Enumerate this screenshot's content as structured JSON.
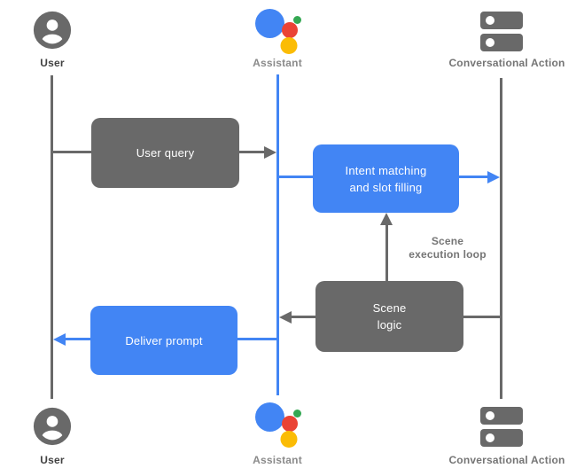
{
  "lanes": {
    "top": {
      "user": {
        "label": "User"
      },
      "assistant": {
        "label": "Assistant"
      },
      "action": {
        "label": "Conversational Action"
      }
    },
    "bottom": {
      "user": {
        "label": "User"
      },
      "assistant": {
        "label": "Assistant"
      },
      "action": {
        "label": "Conversational Action"
      }
    }
  },
  "boxes": {
    "user_query": {
      "label": "User query"
    },
    "intent": {
      "line1": "Intent matching",
      "line2": "and slot filling"
    },
    "scene_logic": {
      "line1": "Scene",
      "line2": "logic"
    },
    "deliver_prompt": {
      "label": "Deliver prompt"
    }
  },
  "annotations": {
    "scene_loop": {
      "line1": "Scene",
      "line2": "execution loop"
    }
  },
  "icons": {
    "user": "user-avatar-icon",
    "assistant": "google-assistant-icon",
    "action": "server-stack-icon"
  },
  "colors": {
    "gray": "#696969",
    "blue": "#4285F4",
    "assistant_red": "#EA4335",
    "assistant_yellow": "#FBBC05",
    "assistant_green": "#34A853",
    "user_label": "#424242",
    "lane_label": "#757575"
  }
}
